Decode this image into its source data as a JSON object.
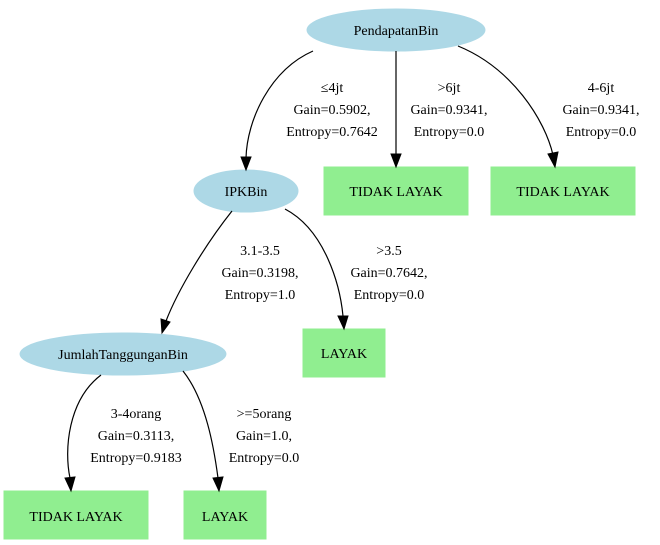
{
  "nodes": {
    "root": "PendapatanBin",
    "ipk": "IPKBin",
    "tanggungan": "JumlahTanggunganBin",
    "leaf_gt6": "TIDAK LAYAK",
    "leaf_4_6": "TIDAK LAYAK",
    "leaf_gt35": "LAYAK",
    "leaf_3_4": "TIDAK LAYAK",
    "leaf_ge5": "LAYAK"
  },
  "edges": {
    "root_ipk": [
      "≤4jt",
      "Gain=0.5902,",
      "Entropy=0.7642"
    ],
    "root_gt6": [
      ">6jt",
      "Gain=0.9341,",
      "Entropy=0.0"
    ],
    "root_4_6": [
      "4-6jt",
      "Gain=0.9341,",
      "Entropy=0.0"
    ],
    "ipk_tanggungan": [
      "3.1-3.5",
      "Gain=0.3198,",
      "Entropy=1.0"
    ],
    "ipk_gt35": [
      ">3.5",
      "Gain=0.7642,",
      "Entropy=0.0"
    ],
    "tanggungan_3_4": [
      "3-4orang",
      "Gain=0.3113,",
      "Entropy=0.9183"
    ],
    "tanggungan_ge5": [
      ">=5orang",
      "Gain=1.0,",
      "Entropy=0.0"
    ]
  },
  "colors": {
    "decision_node": "#add8e6",
    "leaf_node": "#90ee90",
    "edge": "#000000"
  }
}
